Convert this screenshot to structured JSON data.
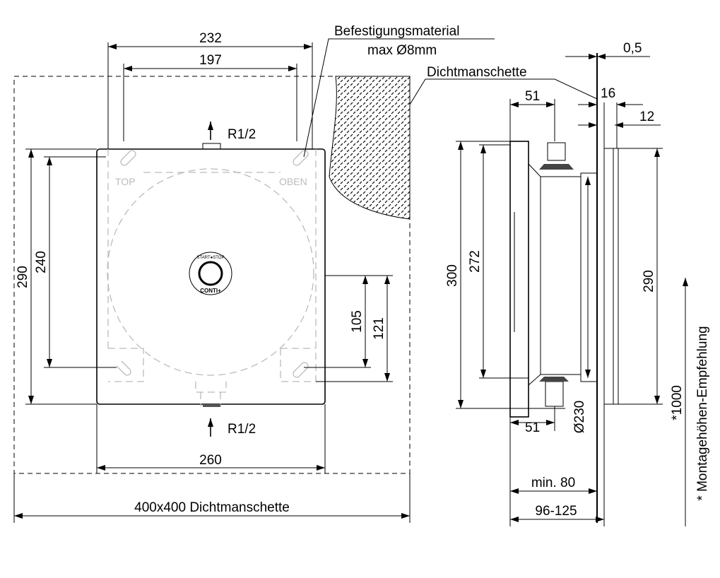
{
  "front_view": {
    "dim_232": "232",
    "dim_197": "197",
    "dim_290": "290",
    "dim_240": "240",
    "dim_105": "105",
    "dim_121": "121",
    "dim_260": "260",
    "seal_size_label": "400x400  Dichtmanschette",
    "top_connection": "R1/2",
    "bottom_connection": "R1/2",
    "label_top": "TOP",
    "label_oben": "OBEN",
    "fastening_label_line1": "Befestigungsmaterial",
    "fastening_label_line2": "max Ø8mm",
    "button_ring_text": "START●STOP",
    "button_brand": "CONTI+"
  },
  "side_view": {
    "seal_label": "Dichtmanschette",
    "dim_0_5": "0,5",
    "dim_16": "16",
    "dim_12": "12",
    "dim_51_top": "51",
    "dim_51_bottom": "51",
    "dim_300": "300",
    "dim_272": "272",
    "dim_290": "290",
    "dim_230": "Ø230",
    "dim_min80": "min. 80",
    "dim_96_125": "96-125",
    "dim_1000": "*1000",
    "height_note": "*  Montagehöhen-Empfehlung"
  }
}
